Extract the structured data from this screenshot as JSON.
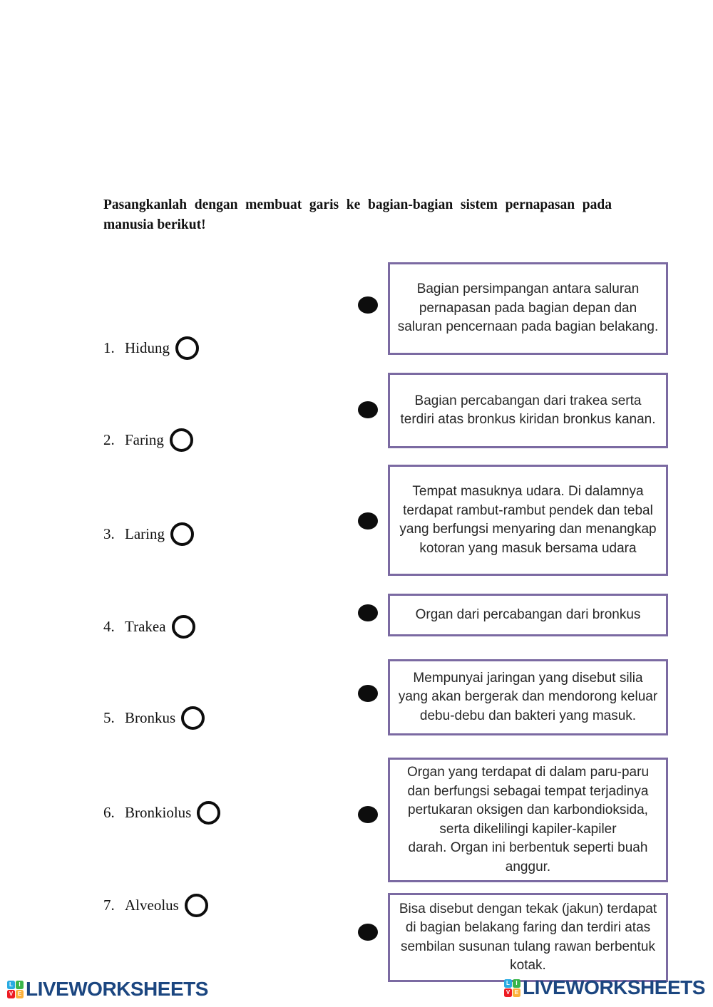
{
  "title": "Pasangkanlah dengan membuat garis ke bagian-bagian sistem pernapasan pada manusia berikut!",
  "items": [
    {
      "number": "1.",
      "label": "Hidung"
    },
    {
      "number": "2.",
      "label": "Faring"
    },
    {
      "number": "3.",
      "label": "Laring"
    },
    {
      "number": "4.",
      "label": "Trakea"
    },
    {
      "number": "5.",
      "label": "Bronkus"
    },
    {
      "number": "6.",
      "label": "Bronkiolus"
    },
    {
      "number": "7.",
      "label": "Alveolus"
    }
  ],
  "boxes": [
    {
      "text": "Bagian persimpangan antara saluran pernapasan pada bagian depan dan saluran pencernaan pada bagian belakang."
    },
    {
      "text": "Bagian percabangan dari trakea serta terdiri atas bronkus kiridan bronkus kanan."
    },
    {
      "text": "Tempat masuknya udara. Di dalamnya terdapat rambut-rambut pendek dan tebal yang berfungsi menyaring dan menangkap kotoran yang masuk bersama udara"
    },
    {
      "text": "Organ dari percabangan dari bronkus"
    },
    {
      "text": "Mempunyai jaringan yang disebut silia yang akan bergerak dan mendorong keluar debu-debu dan bakteri yang masuk."
    },
    {
      "text": "Organ yang terdapat di dalam paru-paru\ndan berfungsi sebagai tempat terjadinya\npertukaran oksigen dan karbondioksida,\nserta dikelilingi kapiler-kapiler\ndarah. Organ ini berbentuk seperti buah\nanggur."
    },
    {
      "text": "Bisa disebut dengan tekak (jakun) terdapat di bagian belakang faring dan terdiri atas sembilan susunan tulang rawan berbentuk kotak."
    }
  ],
  "footer": {
    "brand": "LIVEWORKSHEETS",
    "logo_letters": [
      "L",
      "I",
      "V",
      "E"
    ],
    "colors": {
      "logo_l": "#29abe2",
      "logo_i": "#39b54a",
      "logo_v": "#ed1c24",
      "logo_e": "#fbb03b",
      "brand_text": "#1b4680",
      "box_border": "#7b6aa2"
    }
  }
}
